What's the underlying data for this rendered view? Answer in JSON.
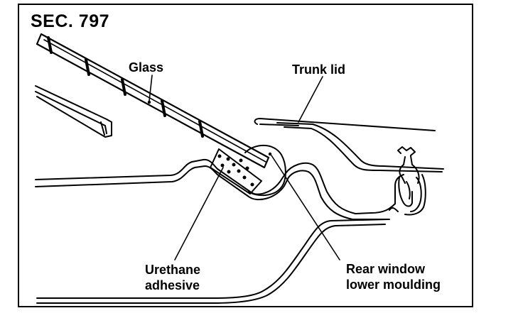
{
  "diagram": {
    "section_label": "SEC. 797",
    "labels": {
      "glass": "Glass",
      "trunk_lid": "Trunk lid",
      "urethane_line1": "Urethane",
      "urethane_line2": "adhesive",
      "moulding_line1": "Rear window",
      "moulding_line2": "lower moulding"
    },
    "colors": {
      "ink": "#000000",
      "paper": "#ffffff"
    }
  }
}
